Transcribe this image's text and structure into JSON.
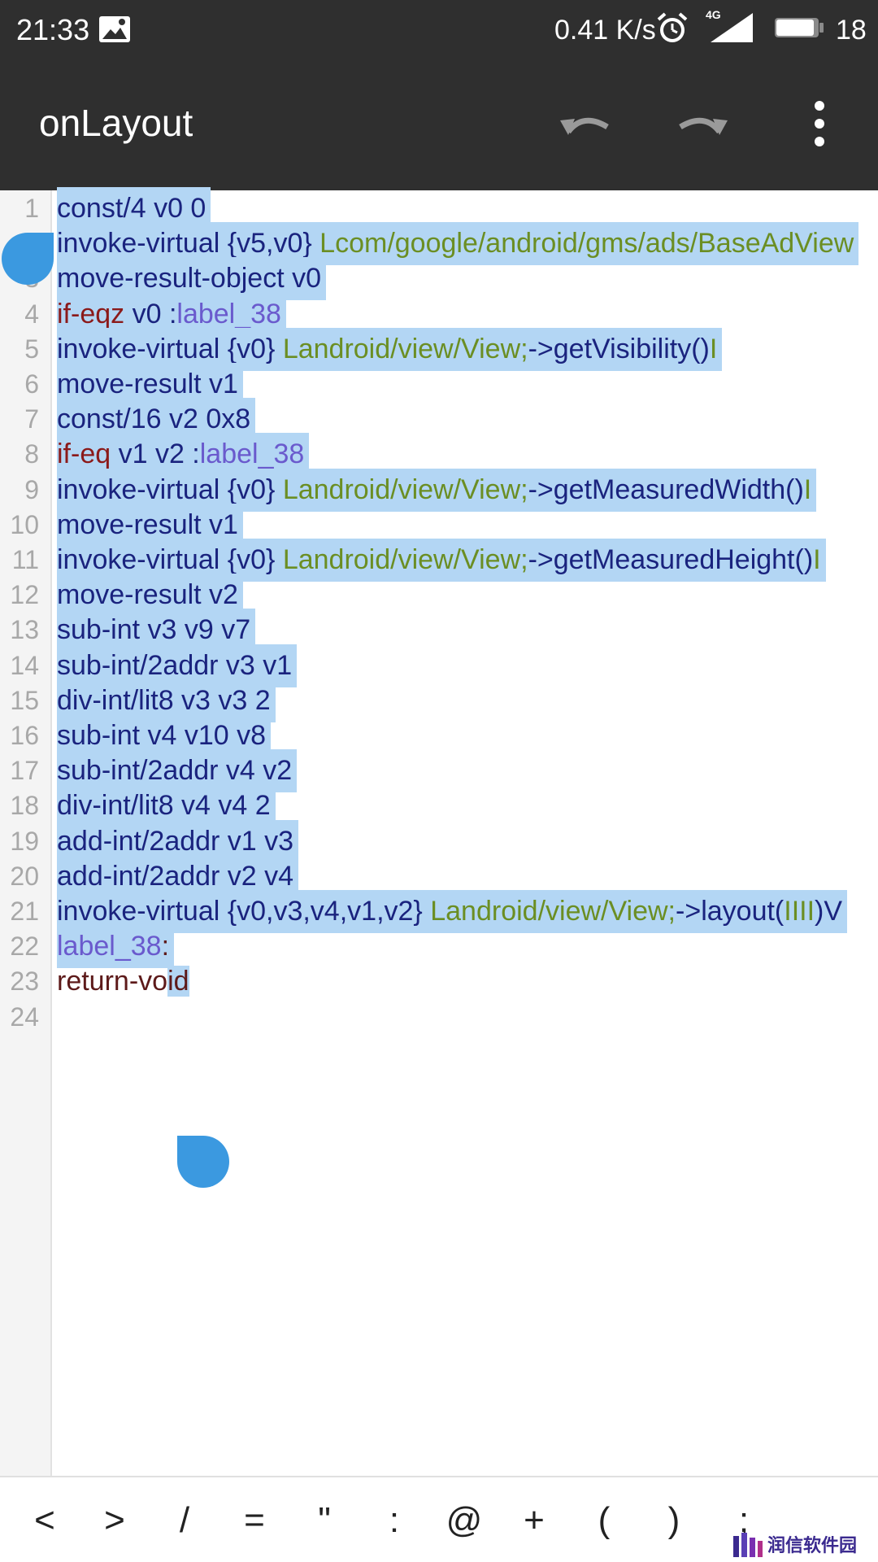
{
  "status_bar": {
    "time": "21:33",
    "speed": "0.41 K/s",
    "network": "4G",
    "battery": "18"
  },
  "toolbar": {
    "title": "onLayout",
    "undo_icon": "undo-icon",
    "redo_icon": "redo-icon",
    "more_icon": "more-vertical-icon"
  },
  "editor": {
    "lines": [
      {
        "num": "1",
        "tokens": [
          {
            "t": "const/4 v0 0",
            "c": "ins"
          }
        ]
      },
      {
        "num": "2",
        "tokens": [
          {
            "t": "invoke-virtual {v5,v0} ",
            "c": "ins"
          },
          {
            "t": "Lcom/google/android/gms/ads/BaseAdView",
            "c": "type"
          }
        ]
      },
      {
        "num": "3",
        "tokens": [
          {
            "t": "move-result-object v0",
            "c": "ins"
          }
        ]
      },
      {
        "num": "4",
        "tokens": [
          {
            "t": "if-eqz",
            "c": "br"
          },
          {
            "t": " v0 :",
            "c": "reg"
          },
          {
            "t": "label_38",
            "c": "lbl"
          }
        ]
      },
      {
        "num": "5",
        "tokens": [
          {
            "t": "invoke-virtual {v0} ",
            "c": "ins"
          },
          {
            "t": "Landroid/view/View;",
            "c": "type"
          },
          {
            "t": "->getVisibility()",
            "c": "meth"
          },
          {
            "t": "I",
            "c": "type"
          }
        ]
      },
      {
        "num": "6",
        "tokens": [
          {
            "t": "move-result v1",
            "c": "ins"
          }
        ]
      },
      {
        "num": "7",
        "tokens": [
          {
            "t": "const/16 v2 0x8",
            "c": "ins"
          }
        ]
      },
      {
        "num": "8",
        "tokens": [
          {
            "t": "if-eq",
            "c": "br"
          },
          {
            "t": " v1 v2 :",
            "c": "reg"
          },
          {
            "t": "label_38",
            "c": "lbl"
          }
        ]
      },
      {
        "num": "9",
        "tokens": [
          {
            "t": "invoke-virtual {v0} ",
            "c": "ins"
          },
          {
            "t": "Landroid/view/View;",
            "c": "type"
          },
          {
            "t": "->getMeasuredWidth()",
            "c": "meth"
          },
          {
            "t": "I",
            "c": "type"
          }
        ]
      },
      {
        "num": "10",
        "tokens": [
          {
            "t": "move-result v1",
            "c": "ins"
          }
        ]
      },
      {
        "num": "11",
        "tokens": [
          {
            "t": "invoke-virtual {v0} ",
            "c": "ins"
          },
          {
            "t": "Landroid/view/View;",
            "c": "type"
          },
          {
            "t": "->getMeasuredHeight()",
            "c": "meth"
          },
          {
            "t": "I",
            "c": "type"
          }
        ]
      },
      {
        "num": "12",
        "tokens": [
          {
            "t": "move-result v2",
            "c": "ins"
          }
        ]
      },
      {
        "num": "13",
        "tokens": [
          {
            "t": "sub-int v3 v9 v7",
            "c": "ins"
          }
        ]
      },
      {
        "num": "14",
        "tokens": [
          {
            "t": "sub-int/2addr v3 v1",
            "c": "ins"
          }
        ]
      },
      {
        "num": "15",
        "tokens": [
          {
            "t": "div-int/lit8 v3 v3 2",
            "c": "ins"
          }
        ]
      },
      {
        "num": "16",
        "tokens": [
          {
            "t": "sub-int v4 v10 v8",
            "c": "ins"
          }
        ]
      },
      {
        "num": "17",
        "tokens": [
          {
            "t": "sub-int/2addr v4 v2",
            "c": "ins"
          }
        ]
      },
      {
        "num": "18",
        "tokens": [
          {
            "t": "div-int/lit8 v4 v4 2",
            "c": "ins"
          }
        ]
      },
      {
        "num": "19",
        "tokens": [
          {
            "t": "add-int/2addr v1 v3",
            "c": "ins"
          }
        ]
      },
      {
        "num": "20",
        "tokens": [
          {
            "t": "add-int/2addr v2 v4",
            "c": "ins"
          }
        ]
      },
      {
        "num": "21",
        "tokens": [
          {
            "t": "invoke-virtual {v0,v3,v4,v1,v2} ",
            "c": "ins"
          },
          {
            "t": "Landroid/view/View;",
            "c": "type"
          },
          {
            "t": "->layout(",
            "c": "meth"
          },
          {
            "t": "IIII",
            "c": "type"
          },
          {
            "t": ")V",
            "c": "meth"
          }
        ]
      },
      {
        "num": "22",
        "tokens": [
          {
            "t": "label_38",
            "c": "lbl"
          },
          {
            "t": ":",
            "c": "ret"
          }
        ]
      },
      {
        "num": "23",
        "tokens": [
          {
            "t": "return-vo",
            "c": "ret"
          },
          {
            "t": "id",
            "c": "ret"
          }
        ]
      },
      {
        "num": "24",
        "tokens": []
      }
    ]
  },
  "symbol_bar": {
    "keys": [
      "<",
      ">",
      "/",
      "=",
      "\"",
      ":",
      "@",
      "+",
      "(",
      ")",
      ";"
    ]
  },
  "watermark": {
    "text": "润信软件园"
  }
}
